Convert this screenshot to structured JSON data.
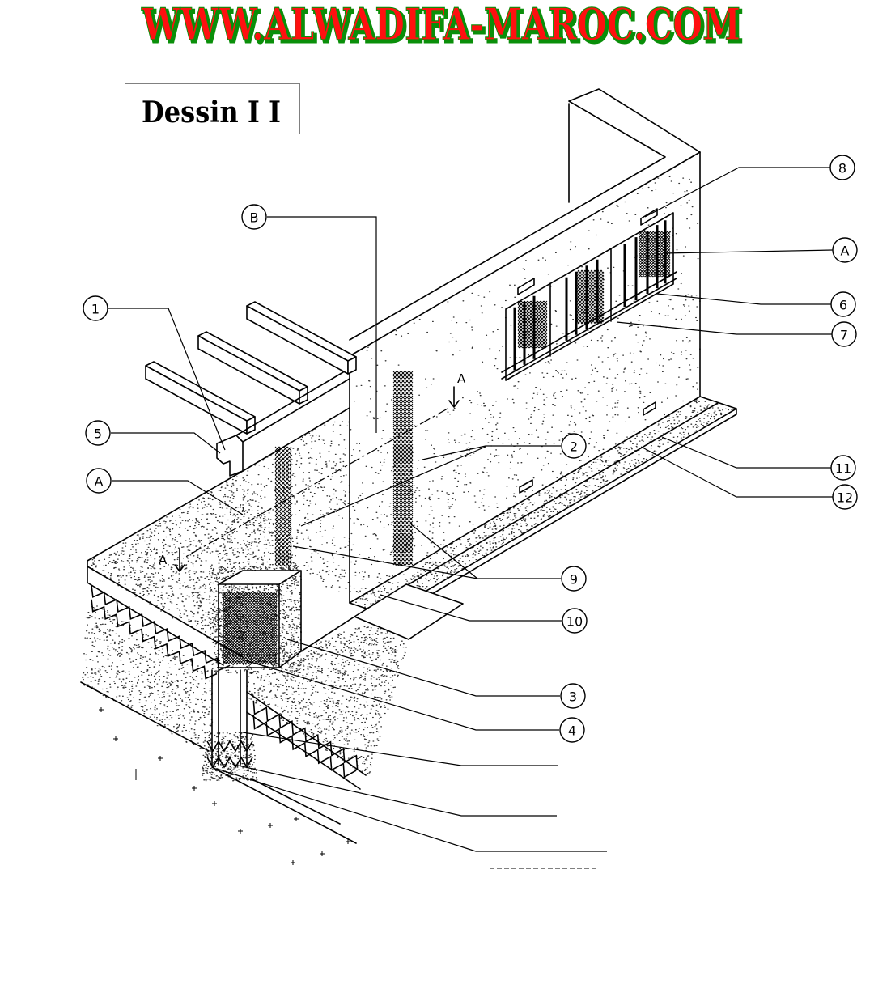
{
  "header": {
    "site_url": "WWW.ALWADIFA-MAROC.COM"
  },
  "drawing": {
    "title": "Dessin I I"
  },
  "callouts": [
    {
      "label": "8"
    },
    {
      "label": "B"
    },
    {
      "label": "A"
    },
    {
      "label": "1"
    },
    {
      "label": "6"
    },
    {
      "label": "7"
    },
    {
      "label": "5"
    },
    {
      "label": "2"
    },
    {
      "label": "A"
    },
    {
      "label": "11"
    },
    {
      "label": "12"
    },
    {
      "label": "9"
    },
    {
      "label": "10"
    },
    {
      "label": "3"
    },
    {
      "label": "4"
    }
  ],
  "section_marks": [
    {
      "label": "A"
    },
    {
      "label": "A"
    }
  ],
  "colors": {
    "header_text": "#ff1010",
    "header_outline": "#0a8f0a",
    "ink": "#000000"
  }
}
